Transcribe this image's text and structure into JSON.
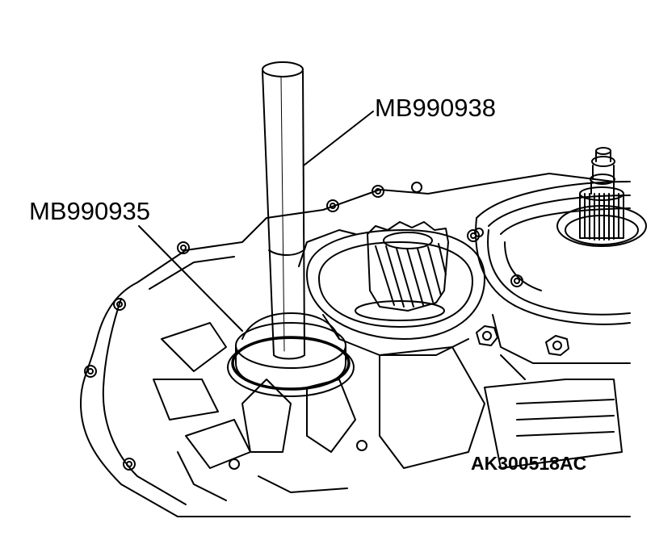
{
  "callouts": {
    "installer_bar": "MB990938",
    "installer_cup": "MB990935"
  },
  "figure_code": "AK300518AC",
  "colors": {
    "line": "#000000",
    "background": "#ffffff"
  }
}
